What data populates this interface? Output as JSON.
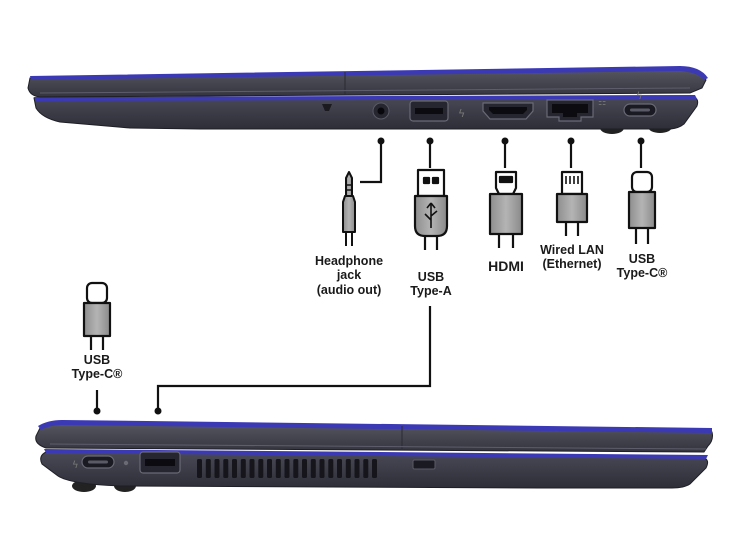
{
  "labels": {
    "headphone": [
      "Headphone",
      "jack",
      "(audio out)"
    ],
    "usb_a": [
      "USB",
      "Type-A"
    ],
    "hdmi": [
      "HDMI"
    ],
    "lan": [
      "Wired LAN",
      "(Ethernet)"
    ],
    "usbc_right": [
      "USB",
      "Type-C®"
    ],
    "usbc_left": [
      "USB",
      "Type-C®"
    ]
  },
  "colors": {
    "chassis": "#3c3c48",
    "chassis_dark": "#2b2b35",
    "trim": "#3b39b4",
    "connector": "#9a9a9a",
    "line": "#111111"
  }
}
